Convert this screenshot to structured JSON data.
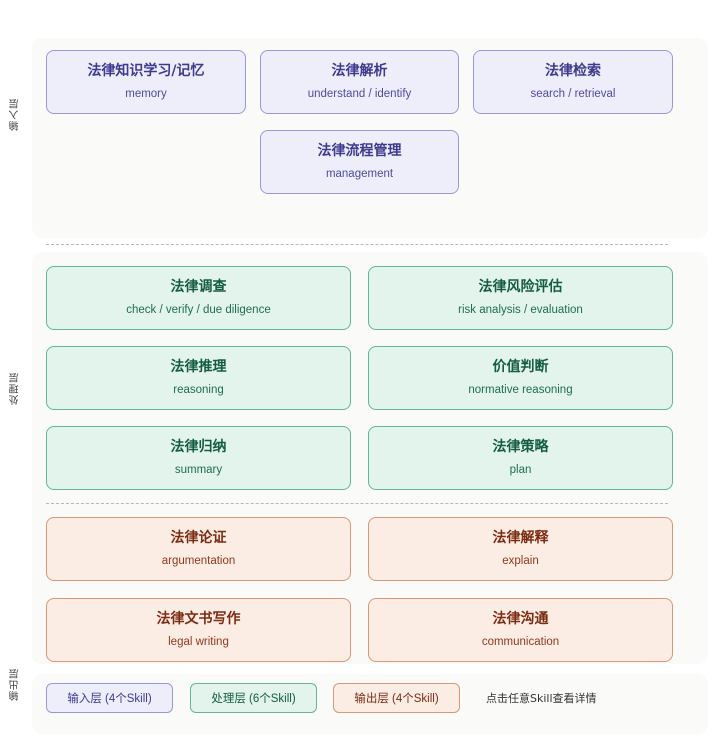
{
  "layers": {
    "input_label": "输入层",
    "process_label": "处理层",
    "output_label": "输出层"
  },
  "input_skills": [
    {
      "title": "法律知识学习/记忆",
      "subtitle": "memory"
    },
    {
      "title": "法律解析",
      "subtitle": "understand / identify"
    },
    {
      "title": "法律检索",
      "subtitle": "search / retrieval"
    },
    {
      "title": "法律流程管理",
      "subtitle": "management"
    }
  ],
  "process_skills": [
    {
      "title": "法律调查",
      "subtitle": "check / verify / due diligence"
    },
    {
      "title": "法律风险评估",
      "subtitle": "risk analysis / evaluation"
    },
    {
      "title": "法律推理",
      "subtitle": "reasoning"
    },
    {
      "title": "价值判断",
      "subtitle": "normative reasoning"
    },
    {
      "title": "法律归纳",
      "subtitle": "summary"
    },
    {
      "title": "法律策略",
      "subtitle": "plan"
    }
  ],
  "output_skills": [
    {
      "title": "法律论证",
      "subtitle": "argumentation"
    },
    {
      "title": "法律解释",
      "subtitle": "explain"
    },
    {
      "title": "法律文书写作",
      "subtitle": "legal writing"
    },
    {
      "title": "法律沟通",
      "subtitle": "communication"
    }
  ],
  "legend": {
    "input": "输入层 (4个Skill)",
    "process": "处理层 (6个Skill)",
    "output": "输出层 (4个Skill)",
    "hint": "点击任意Skill查看详情"
  },
  "colors": {
    "input_fill": "#eeeefb",
    "input_border": "#9a97d8",
    "process_fill": "#e3f4ed",
    "process_border": "#63b596",
    "output_fill": "#fbece4",
    "output_border": "#d9977a"
  }
}
